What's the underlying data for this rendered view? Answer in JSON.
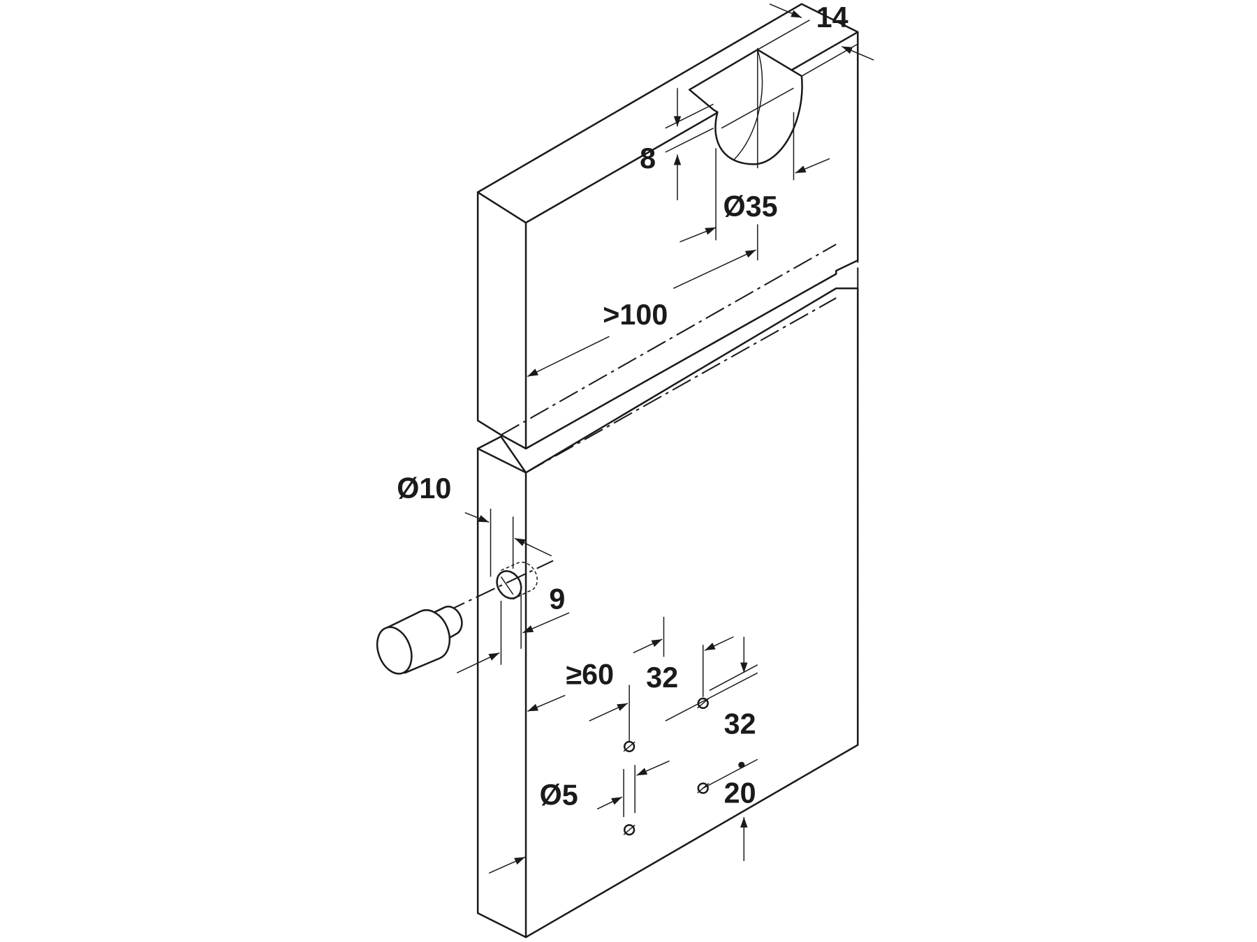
{
  "drawing": {
    "title": "Cabinet door hinge and stop drilling diagram",
    "dimensions": {
      "edge_distance": "14",
      "cup_depth": "8",
      "cup_diameter": "Ø35",
      "min_distance_top": ">100",
      "stop_hole_diameter": "Ø10",
      "stop_hole_depth": "9",
      "min_distance_edge": "≥60",
      "hole_spacing_horizontal": "32",
      "hole_spacing_vertical": "32",
      "screw_hole_diameter": "Ø5",
      "screw_hole_offset": "20"
    },
    "line_color": "#1a1a1a"
  }
}
